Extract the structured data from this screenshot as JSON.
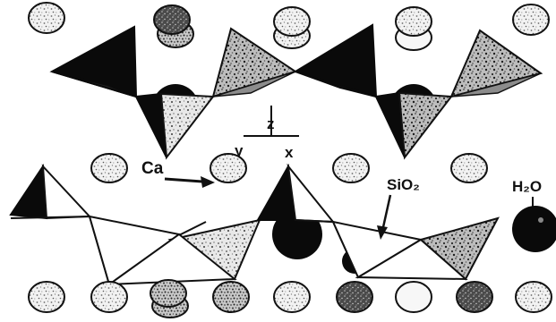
{
  "labels": {
    "ca": "Ca",
    "sio2": "SiO₂",
    "h2o": "H₂O",
    "axis_z": "z",
    "axis_y": "y",
    "axis_x": "x"
  },
  "colors": {
    "ink": "#111111",
    "paper": "#ffffff",
    "speckle_light": "#d8d8d8",
    "speckle_mid": "#9a9a9a",
    "speckle_dark": "#3a3a3a"
  }
}
